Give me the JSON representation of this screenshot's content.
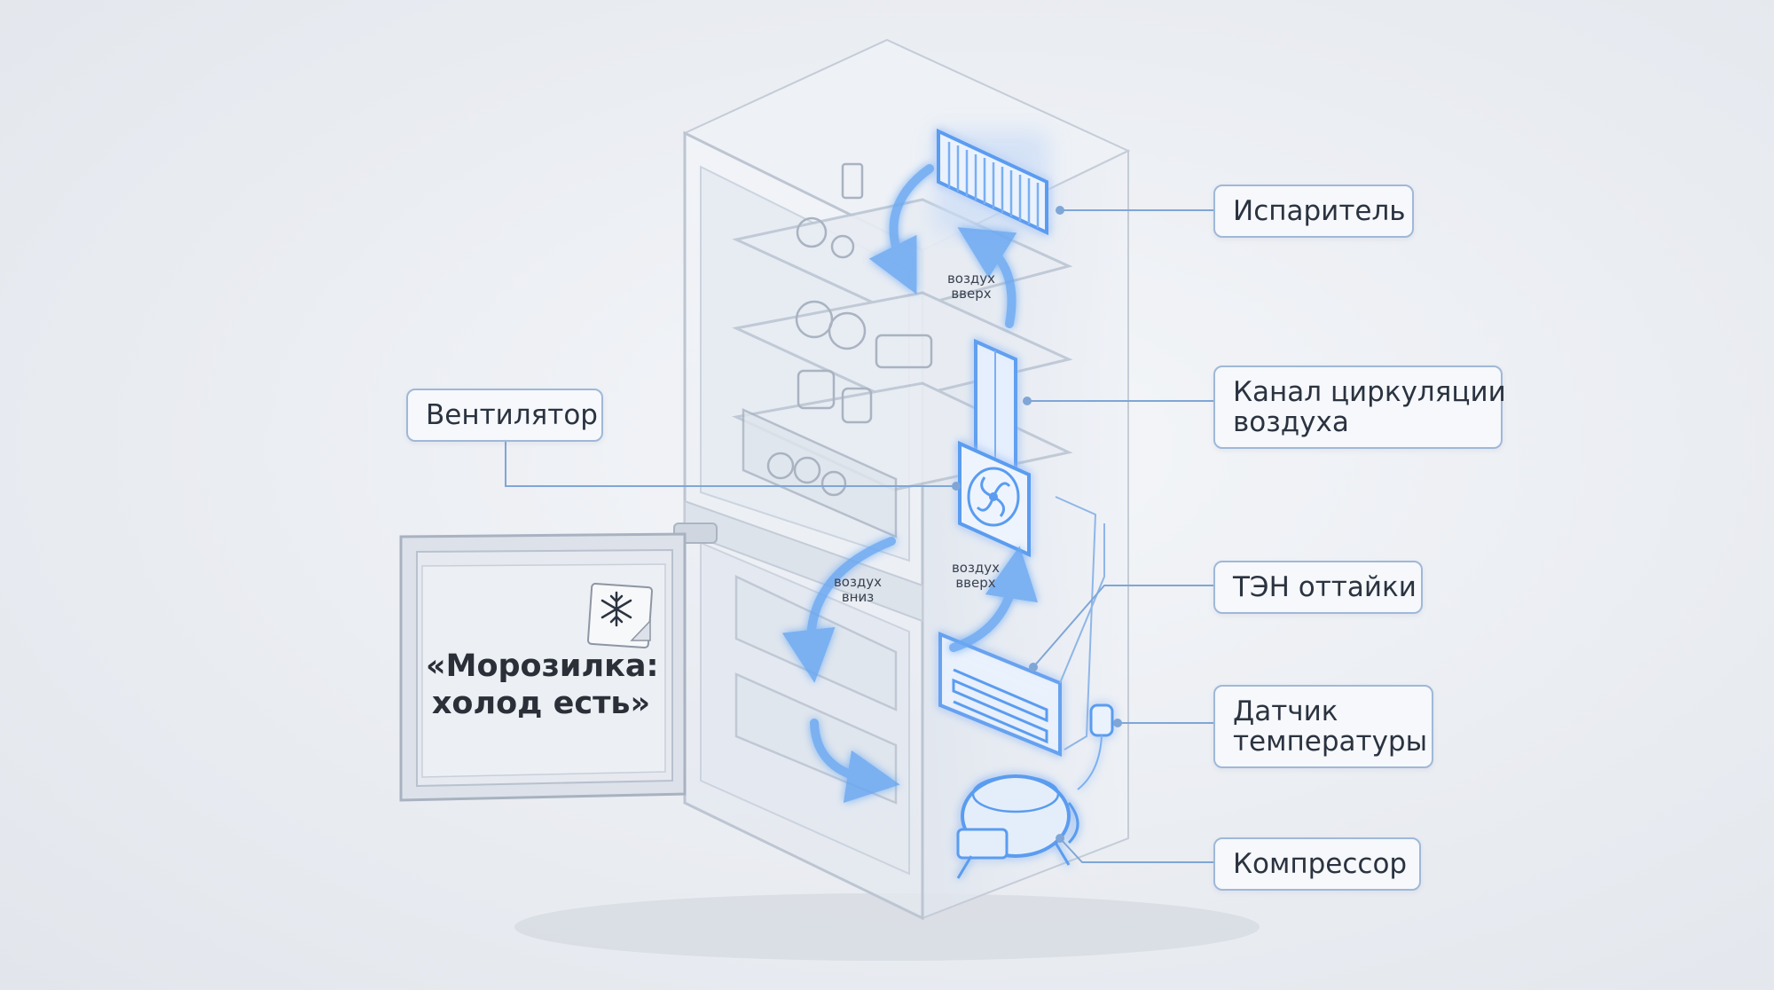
{
  "labels": {
    "evaporator": "Испаритель",
    "fan": "Вентилятор",
    "air_channel_line1": "Канал циркуляции",
    "air_channel_line2": "воздуха",
    "defrost_heater": "ТЭН оттайки",
    "temp_sensor_line1": "Датчик",
    "temp_sensor_line2": "температуры",
    "compressor": "Компрессор"
  },
  "flow_labels": {
    "air_up_top": "воздух\nвверх",
    "air_down": "воздух\nвниз",
    "air_up_bottom": "воздух\nвверх"
  },
  "door_note": {
    "text": "«Морозилка:\nхолод есть»",
    "icon": "snowflake-icon"
  },
  "colors": {
    "glow": "#5a9cf0",
    "callout_border": "#9fb8d8",
    "leader_line": "#7fa6d6"
  }
}
